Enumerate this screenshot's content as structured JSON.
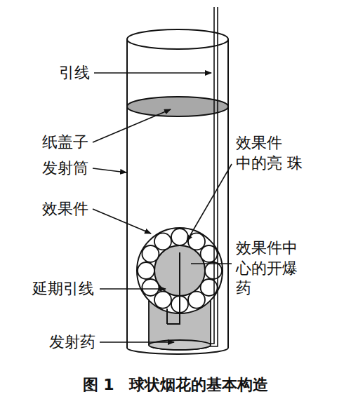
{
  "diagram": {
    "caption": "图 1　球状烟花的基本构造",
    "labels": [
      "引线",
      "纸盖子",
      "发射筒",
      "效果件",
      "效果件 中的亮 珠",
      "效果件中 心的开爆 药",
      "延期引线",
      "发射药"
    ]
  }
}
